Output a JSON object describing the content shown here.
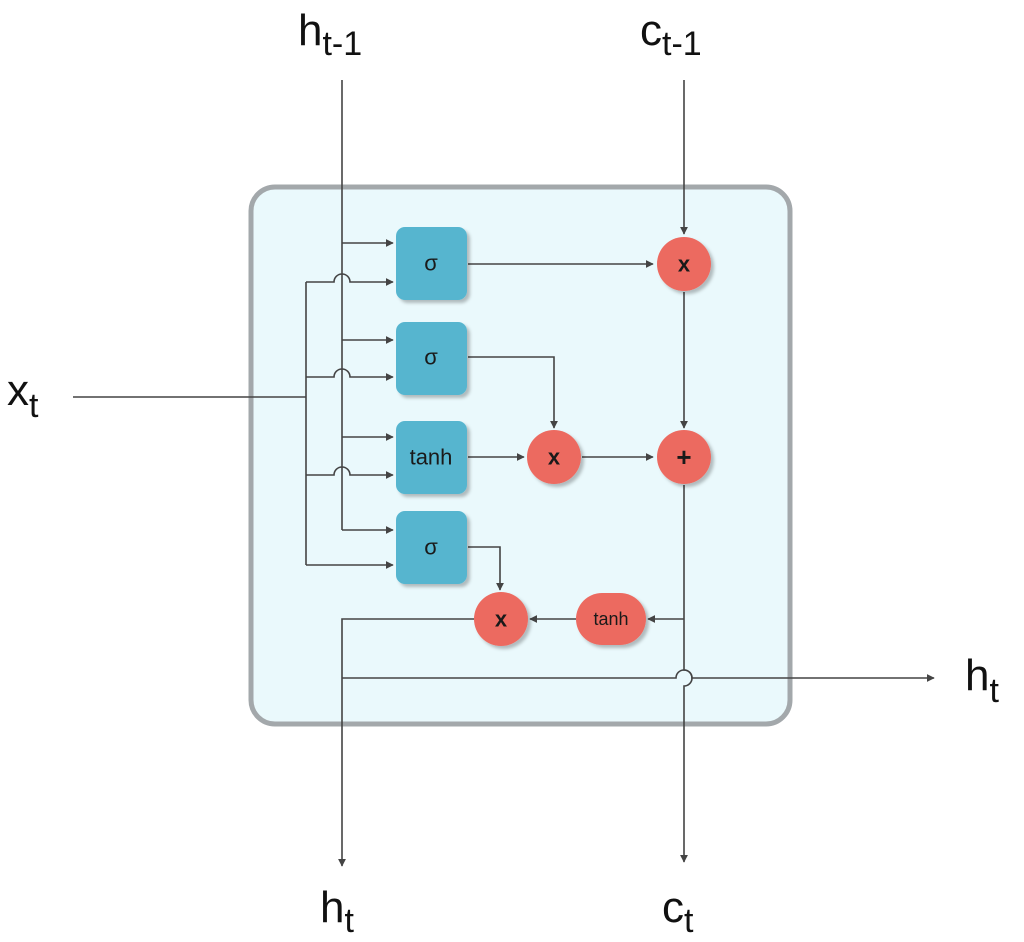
{
  "colors": {
    "cell_fill": "#eaf9fc",
    "cell_border": "#a3a8ab",
    "gate_fill": "#56b5cf",
    "op_fill": "#ec6b61",
    "wire": "#444444"
  },
  "inputs": {
    "h_prev": {
      "base": "h",
      "sub": "t-1"
    },
    "c_prev": {
      "base": "c",
      "sub": "t-1"
    },
    "x_t": {
      "base": "x",
      "sub": "t"
    }
  },
  "outputs": {
    "h_right": {
      "base": "h",
      "sub": "t"
    },
    "h_bottom": {
      "base": "h",
      "sub": "t"
    },
    "c_bottom": {
      "base": "c",
      "sub": "t"
    }
  },
  "gates": {
    "forget": "σ",
    "input": "σ",
    "candidate": "tanh",
    "output": "σ"
  },
  "ops": {
    "forget_mul": "x",
    "input_mul": "x",
    "cell_add": "+",
    "cell_tanh": "tanh",
    "output_mul": "x"
  }
}
